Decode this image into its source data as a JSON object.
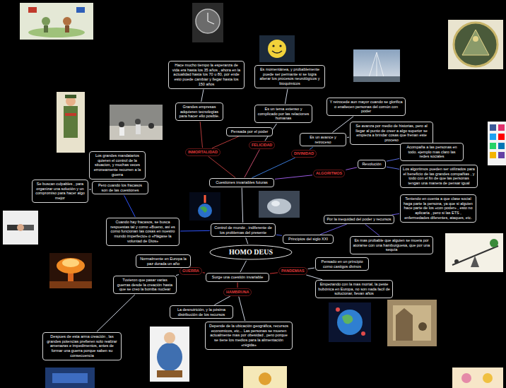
{
  "diagram": {
    "nodes": [
      {
        "text": [
          "HOMO DEUS"
        ]
      },
      {
        "text": [
          "Control de mundo , indiferente de los problemas del presente"
        ]
      },
      {
        "text": [
          "Cuestiones invariables futuras"
        ]
      },
      {
        "text": [
          "INMORTALIDAD"
        ]
      },
      {
        "text": [
          "Pensada por el poder"
        ]
      },
      {
        "text": [
          "Grandes empresas adquieren tecnologías para hacer ello posible."
        ]
      },
      {
        "text": [
          "Hace mucho tiempo la esperanza de vida era hasta los 35 años , ahora en la actualidad hasta los 70 u 80, por ende esto puede cambiar y llegar hasta los 150 años"
        ]
      },
      {
        "text": [
          "FELICIDAD"
        ]
      },
      {
        "text": [
          "Es un tema extenso y complicado por las relaciones humanas"
        ]
      },
      {
        "text": [
          "Es momentánea, y probablemente puede ser permante si se logra alterar los procesos neurológicos y bioquímicos"
        ]
      },
      {
        "text": [
          "DIVINIDAD"
        ]
      },
      {
        "text": [
          "Es un avance y retroceso"
        ]
      },
      {
        "text": [
          "Se avanza por medio de historias, pero al llegar al punto de creer a algo superior se empieza a brindar cosas que frenan este proceso"
        ]
      },
      {
        "text": [
          "Y retrocede aun mayor cuando se glorifica o enaltecen personas del común con poder"
        ]
      },
      {
        "text": [
          "ALGORITMOS"
        ]
      },
      {
        "text": [
          "Revolución"
        ]
      },
      {
        "text": [
          "Acompaña a las personas en todo. ejemplo mas claro las redes sociales"
        ]
      },
      {
        "text": [
          "Los algoritmos pueden ser utilizados para el beneficio de las grandes compañias , y todo con el fin de que las personas tengan una manera de pensar igual"
        ]
      },
      {
        "text": [
          "Principios del siglo XXI"
        ]
      },
      {
        "text": [
          "Por la inequidad del poder y recursos"
        ]
      },
      {
        "text": [
          "Teniendo en cuenta a que clase social haga parte la persona, ya que si alguien hace parte de los «con poder» , esto no aplicaría , pero si las ETS , enfermedades diferentes, ataques, etc."
        ]
      },
      {
        "text": [
          "Es mas probable que alguien se muera por atorarse con una hamburguesa, que por una sequía"
        ]
      },
      {
        "text": [
          "Cuando hay fracasos, se busca respuestas tal y como «Bueno, así es como funcionan las cosas en nuestro mundo imperfecto» o «Hágase la voluntad de Dios»"
        ]
      },
      {
        "text": [
          "Pero cuando los fracasos son de las cuestiones"
        ]
      },
      {
        "text": [
          "Los grandes mandatarios quieren el control de la situacion, y muchas veces erroneamente recurren a la guerra"
        ]
      },
      {
        "text": [
          "Se buscan culpables , para organizar una solución y un compromiso para hacer algo mejor"
        ]
      },
      {
        "text": [
          "Surge una cuestión invariable"
        ]
      },
      {
        "text": [
          "GUERRA"
        ]
      },
      {
        "text": [
          "Normalmente en Europa la paz durada un año"
        ]
      },
      {
        "text": [
          "Tuvieron que pasar varias guerras desde la creación hasta que se creo la bomba nuclear"
        ]
      },
      {
        "text": [
          "Despues de esta arma creación , las grandes potencias prefieren solo realizar amenazas e impedimentos, antes de formar una guerra porque saben su consecuencia"
        ]
      },
      {
        "text": [
          "PANDEMIAS"
        ]
      },
      {
        "text": [
          "Pensado en un principio como castigos divinos"
        ]
      },
      {
        "text": [
          "Empezando con la mas mortal, la peste bubónica en Europa, no son nada facil de solucionar, llevan años"
        ]
      },
      {
        "text": [
          "HAMBRUNA"
        ]
      },
      {
        "text": [
          "La desnutrición, y la pésima distribución de los recursos"
        ]
      },
      {
        "text": [
          "Depende de la ubicación geográfica, recursos economicos, etc... Las personas se mueren actualmente mas por obesidad , pero porque se tiene los medios para la alimentación «régida»"
        ]
      }
    ],
    "edges": [
      {
        "from": 0,
        "to": 1,
        "arrow": "none"
      },
      {
        "from": 1,
        "to": 2,
        "arrow": "none"
      },
      {
        "from": 2,
        "to": 3,
        "arrow": "none"
      },
      {
        "from": 3,
        "to": 4,
        "arrow": "none"
      },
      {
        "from": 3,
        "to": 5,
        "arrow": "none"
      },
      {
        "from": 5,
        "to": 6,
        "arrow": "none"
      },
      {
        "from": 2,
        "to": 7,
        "arrow": "none"
      },
      {
        "from": 7,
        "to": 8,
        "arrow": "none"
      },
      {
        "from": 8,
        "to": 9,
        "arrow": "none"
      },
      {
        "from": 2,
        "to": 10,
        "arrow": "none"
      },
      {
        "from": 10,
        "to": 11,
        "arrow": "none"
      },
      {
        "from": 11,
        "to": 12,
        "arrow": "none"
      },
      {
        "from": 11,
        "to": 13,
        "arrow": "none"
      },
      {
        "from": 2,
        "to": 14,
        "arrow": "none"
      },
      {
        "from": 14,
        "to": 15,
        "arrow": "none"
      },
      {
        "from": 15,
        "to": 16,
        "arrow": "none"
      },
      {
        "from": 15,
        "to": 17,
        "arrow": "none"
      },
      {
        "from": 1,
        "to": 18,
        "arrow": "none"
      },
      {
        "from": 18,
        "to": 19,
        "arrow": "none"
      },
      {
        "from": 19,
        "to": 20,
        "arrow": "none"
      },
      {
        "from": 19,
        "to": 21,
        "arrow": "none"
      },
      {
        "from": 1,
        "to": 22,
        "arrow": "none"
      },
      {
        "from": 22,
        "to": 23,
        "arrow": "none"
      },
      {
        "from": 23,
        "to": 24,
        "arrow": "none"
      },
      {
        "from": 23,
        "to": 25,
        "arrow": "none"
      },
      {
        "from": 0,
        "to": 26,
        "arrow": "none"
      },
      {
        "from": 26,
        "to": 27,
        "arrow": "none"
      },
      {
        "from": 27,
        "to": 28,
        "arrow": "none"
      },
      {
        "from": 27,
        "to": 29,
        "arrow": "none"
      },
      {
        "from": 29,
        "to": 30,
        "arrow": "none"
      },
      {
        "from": 26,
        "to": 31,
        "arrow": "none"
      },
      {
        "from": 31,
        "to": 32,
        "arrow": "none"
      },
      {
        "from": 31,
        "to": 33,
        "arrow": "none"
      },
      {
        "from": 26,
        "to": 34,
        "arrow": "none"
      },
      {
        "from": 34,
        "to": 35,
        "arrow": "none"
      },
      {
        "from": 34,
        "to": 36,
        "arrow": "none"
      }
    ]
  }
}
